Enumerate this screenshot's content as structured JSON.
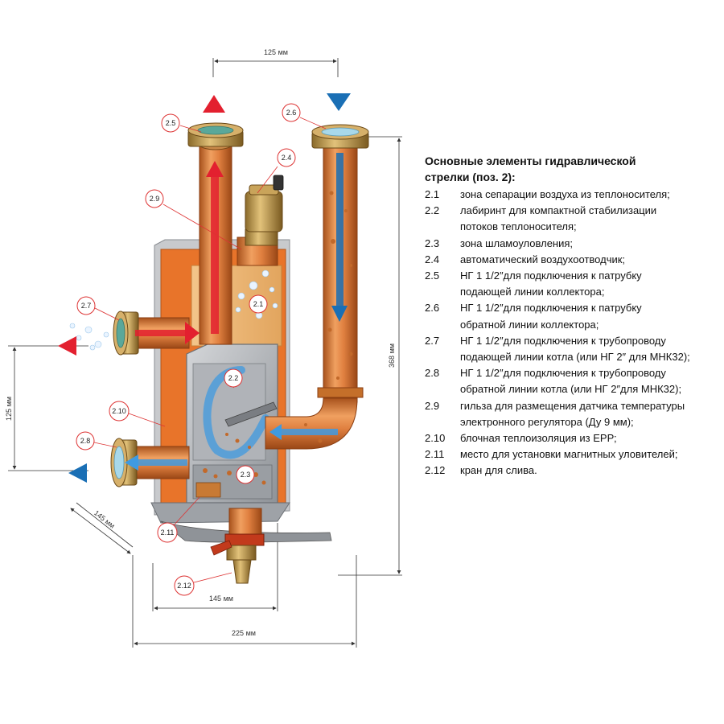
{
  "dimensions": {
    "top_width": "125 мм",
    "left_height": "125 мм",
    "right_height": "368 мм",
    "depth": "145 мм",
    "bottom_inner": "145 мм",
    "bottom_total": "225 мм"
  },
  "callouts": [
    "2.1",
    "2.2",
    "2.3",
    "2.4",
    "2.5",
    "2.6",
    "2.7",
    "2.8",
    "2.9",
    "2.10",
    "2.11",
    "2.12"
  ],
  "legend": {
    "title_line1": "Основные элементы гидравлической",
    "title_line2": "стрелки (поз. 2):",
    "items": [
      {
        "num": "2.1",
        "text": "зона сепарации воздуха из теплоносителя;"
      },
      {
        "num": "2.2",
        "text": "лабиринт для компактной стабилизации",
        "text2": "потоков теплоносителя;"
      },
      {
        "num": "2.3",
        "text": "зона шламоуловления;"
      },
      {
        "num": "2.4",
        "text": "автоматический воздухоотводчик;"
      },
      {
        "num": "2.5",
        "text": "НГ 1 1/2″для подключения к патрубку",
        "text2": "подающей линии коллектора;"
      },
      {
        "num": "2.6",
        "text": "НГ 1 1/2″для подключения к патрубку",
        "text2": "обратной линии коллектора;"
      },
      {
        "num": "2.7",
        "text": "НГ 1 1/2″для подключения к трубопроводу",
        "text2": "подающей линии котла (или НГ 2″ для МНК32);"
      },
      {
        "num": "2.8",
        "text": "НГ 1 1/2″для подключения к трубопроводу",
        "text2": "обратной линии котла (или НГ 2″для МНК32);"
      },
      {
        "num": "2.9",
        "text": "гильза для размещения датчика температуры",
        "text2": "электронного регулятора (Ду 9 мм);"
      },
      {
        "num": "2.10",
        "text": "блочная теплоизоляция из ЕРР;"
      },
      {
        "num": "2.11",
        "text": "место для установки магнитных уловителей;"
      },
      {
        "num": "2.12",
        "text": "кран для слива."
      }
    ]
  },
  "colors": {
    "hot_arrow": "#e3202f",
    "cold_arrow": "#1a6fb5",
    "copper": "#d9772f",
    "insulation": "#e8742a",
    "body_gray": "#b9bcc0"
  }
}
